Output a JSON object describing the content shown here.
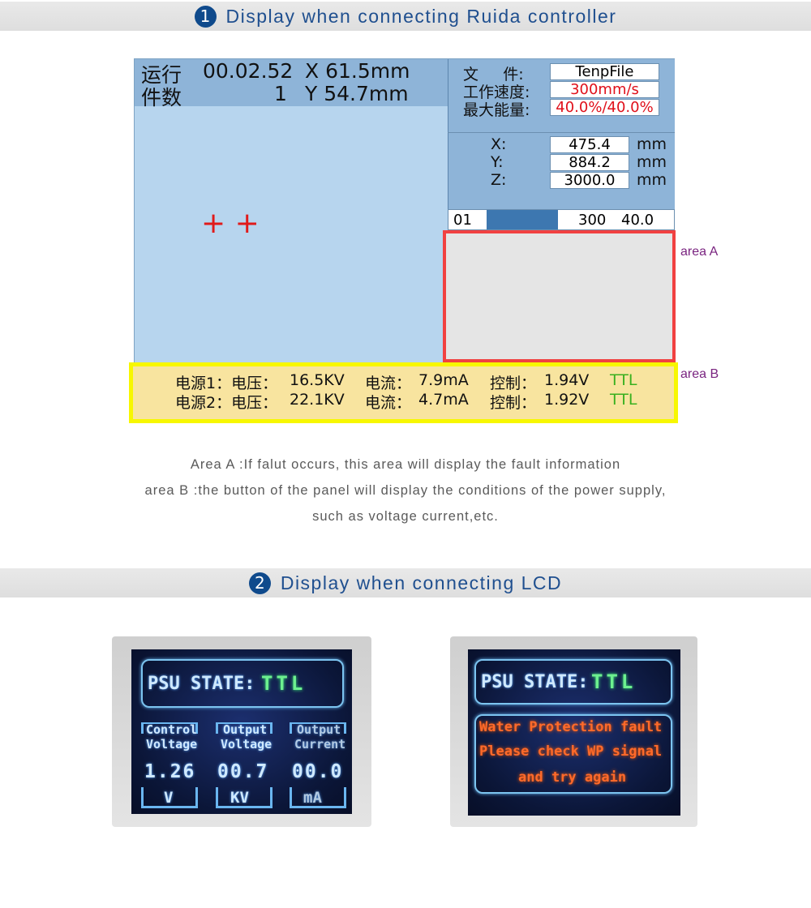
{
  "section1": {
    "number": "1",
    "title": "Display when connecting Ruida controller"
  },
  "ruida": {
    "run_label": "运行",
    "run_time": "00.02.52",
    "x_pos": "X 61.5mm",
    "count_label": "件数",
    "count": "1",
    "y_pos": "Y 54.7mm",
    "file_label": "文     件:",
    "file_value": "TenpFile",
    "speed_label": "工作速度:",
    "speed_value": "300mm/s",
    "power_label": "最大能量:",
    "power_value": "40.0%/40.0%",
    "x_label": "X:",
    "x_value": "475.4",
    "y_label": "Y:",
    "y_value": "884.2",
    "z_label": "Z:",
    "z_value": "3000.0",
    "unit": "mm",
    "row_index": "01",
    "row_speed": "300",
    "row_power": "40.0",
    "cross_marks": "+ +",
    "psu1": {
      "label": "电源1：电压：",
      "voltage": "16.5KV",
      "current_label": "电流：",
      "current": "7.9mA",
      "control_label": "控制：",
      "control": "1.94V",
      "mode": "TTL"
    },
    "psu2": {
      "label": "电源2：电压：",
      "voltage": "22.1KV",
      "current_label": "电流：",
      "current": "4.7mA",
      "control_label": "控制：",
      "control": "1.92V",
      "mode": "TTL"
    },
    "area_a_label": "area A",
    "area_b_label": "area B"
  },
  "description": {
    "line1": "Area A :If falut occurs, this area will display the fault information",
    "line2": "area B :the button of the panel will display the conditions of the power supply,",
    "line3": "such as voltage current,etc."
  },
  "section2": {
    "number": "2",
    "title": "Display when connecting LCD"
  },
  "lcd1": {
    "state_label": "PSU STATE:",
    "state_value": "TTL",
    "col1_line1": "Control",
    "col1_line2": "Voltage",
    "col1_value": "1.26",
    "col1_unit": "V",
    "col2_line1": "Output",
    "col2_line2": "Voltage",
    "col2_value": "00.7",
    "col2_unit": "KV",
    "col3_line1": "Output",
    "col3_line2": "Current",
    "col3_value": "00.0",
    "col3_unit": "mA"
  },
  "lcd2": {
    "state_label": "PSU STATE:",
    "state_value": "TTL",
    "fault_line1": "Water Protection fault",
    "fault_line2": "Please check WP signal",
    "fault_line3": "and try again"
  },
  "colors": {
    "section_title": "#1f4f8f",
    "badge": "#0f4a8c",
    "area_a_border": "#f14141",
    "area_b_border": "#f7f700",
    "ttl_green": "#3ab01f",
    "fault_orange": "#ff6a2a"
  }
}
